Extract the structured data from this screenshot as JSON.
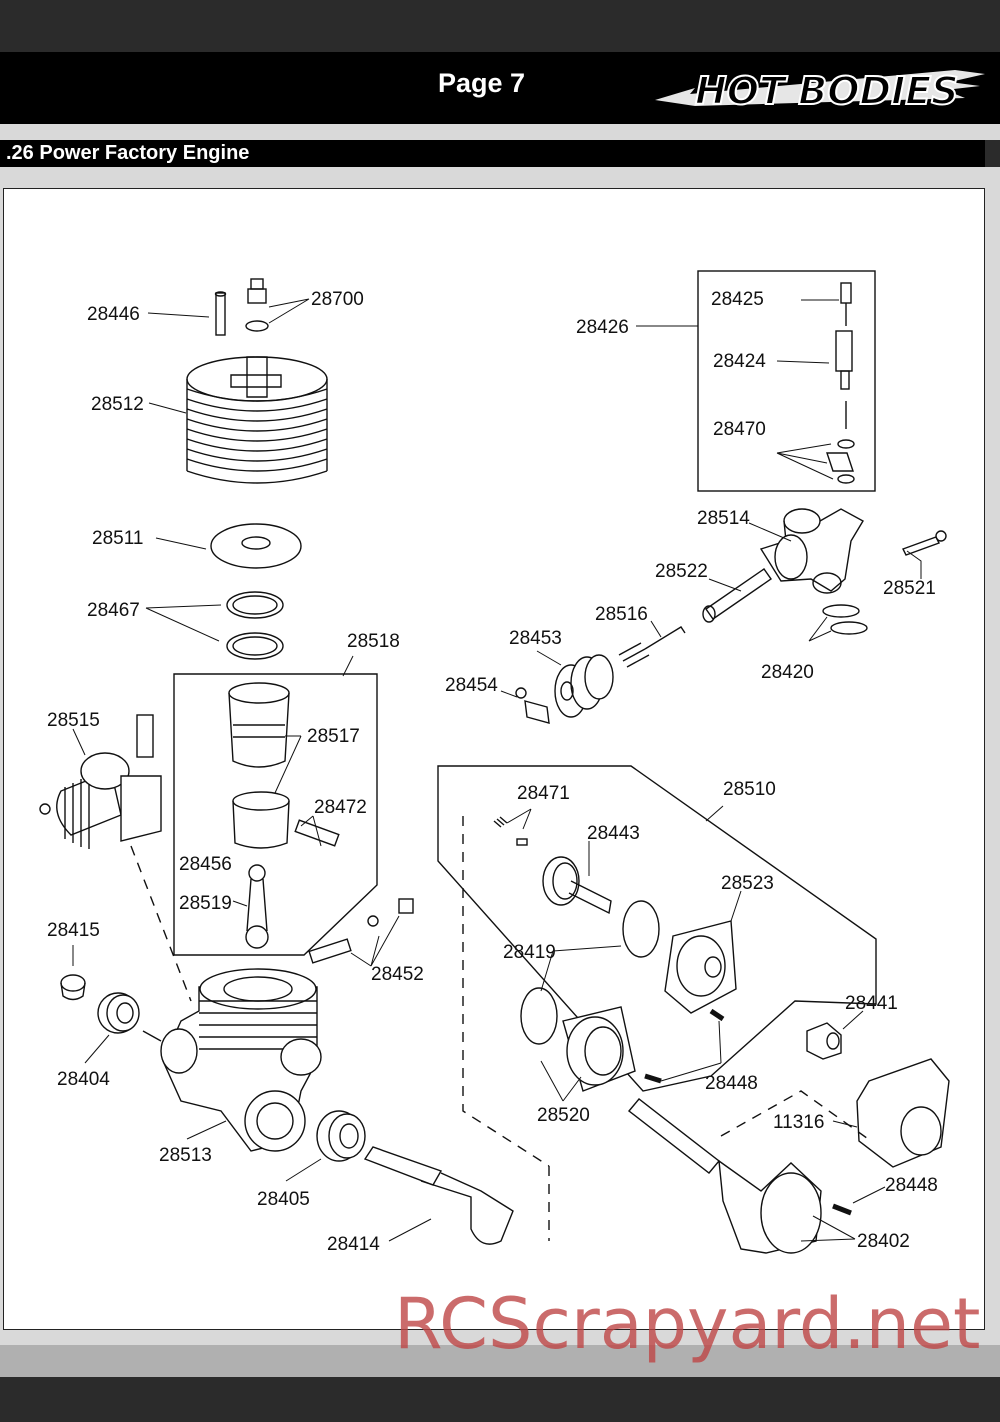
{
  "header": {
    "page_label": "Page 7",
    "brand": "HOT BODIES"
  },
  "section": {
    "title": ".26 Power Factory Engine"
  },
  "part_labels": [
    "28446",
    "28700",
    "28512",
    "28511",
    "28467",
    "28518",
    "28517",
    "28472",
    "28456",
    "28519",
    "28515",
    "28415",
    "28404",
    "28513",
    "28405",
    "28414",
    "28452",
    "28426",
    "28425",
    "28424",
    "28470",
    "28514",
    "28521",
    "28522",
    "28516",
    "28453",
    "28454",
    "28420",
    "28510",
    "28471",
    "28443",
    "28523",
    "28419",
    "28441",
    "28448",
    "28520",
    "11316",
    "28402"
  ],
  "watermark": "RCScrapyard.net",
  "colors": {
    "header_bg": "#000000",
    "page_bg": "#d9d9d9",
    "panel_bg": "#ffffff",
    "watermark": "#be4646"
  }
}
